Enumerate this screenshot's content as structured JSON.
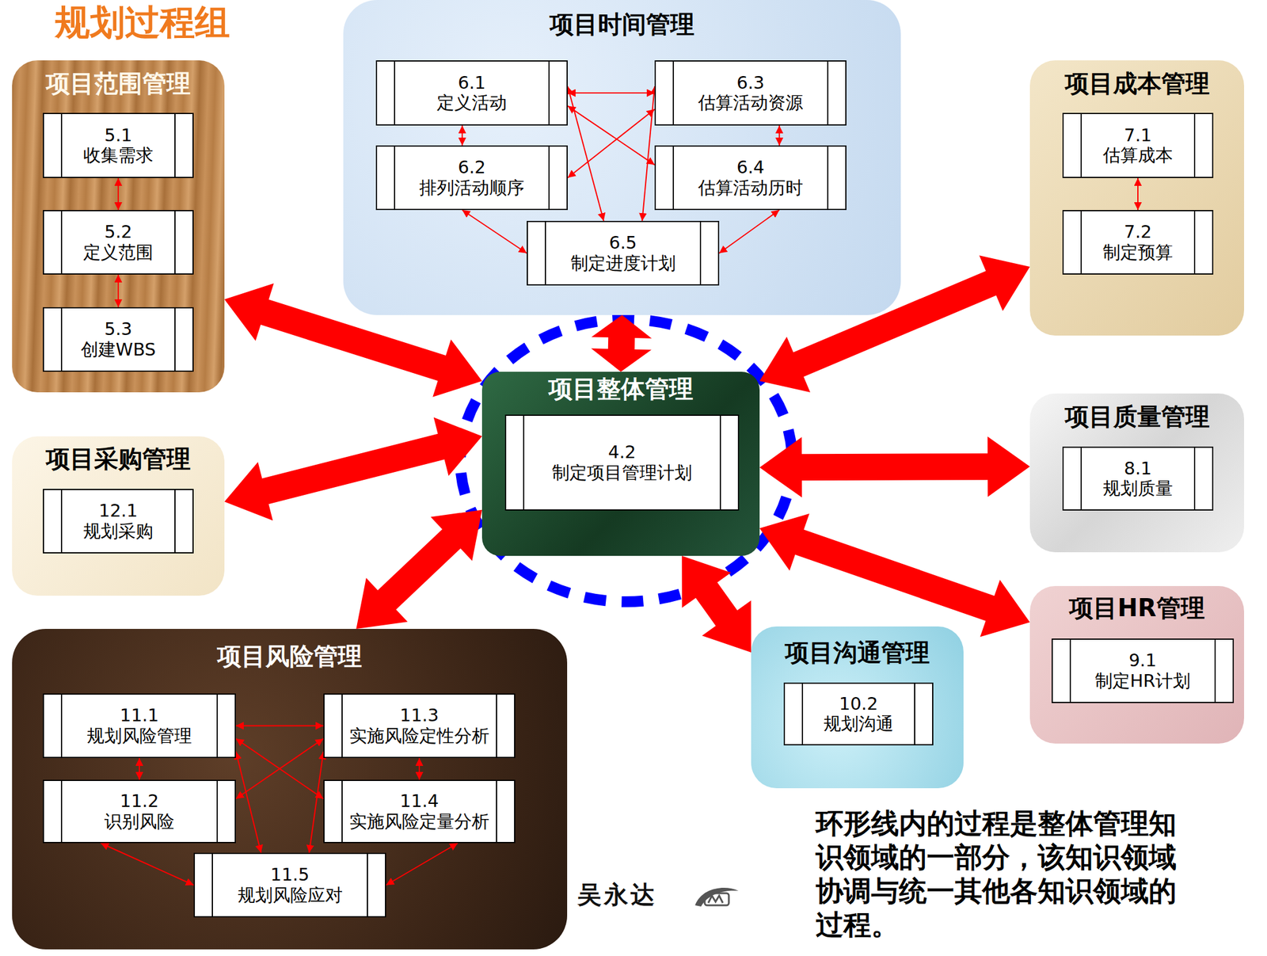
{
  "diagram": {
    "title": "规划过程组",
    "caption": "环形线内的过程是整体管理知识领域的一部分，该知识领域协调与统一其他各知识领域的过程。",
    "nodes": [
      {
        "text": [
          "项目范围管理"
        ]
      },
      {
        "text": [
          "5.1 收集需求"
        ],
        "in": 0
      },
      {
        "text": [
          "5.2 定义范围"
        ],
        "in": 0
      },
      {
        "text": [
          "5.3 创建WBS"
        ],
        "in": 0
      },
      {
        "text": [
          "项目时间管理"
        ]
      },
      {
        "text": [
          "6.1 定义活动"
        ],
        "in": 4
      },
      {
        "text": [
          "6.3 估算活动资源"
        ],
        "in": 4
      },
      {
        "text": [
          "6.2 排列活动顺序"
        ],
        "in": 4
      },
      {
        "text": [
          "6.4 估算活动历时"
        ],
        "in": 4
      },
      {
        "text": [
          "6.5 制定进度计划"
        ],
        "in": 4
      },
      {
        "text": [
          "项目成本管理"
        ]
      },
      {
        "text": [
          "7.1 估算成本"
        ],
        "in": 10
      },
      {
        "text": [
          "7.2 制定预算"
        ],
        "in": 10
      },
      {
        "text": [
          "项目采购管理"
        ]
      },
      {
        "text": [
          "12.1 规划采购"
        ],
        "in": 13
      },
      {
        "text": [
          "项目整体管理"
        ]
      },
      {
        "text": [
          "4.2 制定项目管理计划"
        ],
        "in": 15
      },
      {
        "text": [
          "项目质量管理"
        ]
      },
      {
        "text": [
          "8.1 规划质量"
        ],
        "in": 17
      },
      {
        "text": [
          "项目HR管理"
        ]
      },
      {
        "text": [
          "9.1 制定HR计划"
        ],
        "in": 19
      },
      {
        "text": [
          "项目风险管理"
        ]
      },
      {
        "text": [
          "11.1 规划风险管理"
        ],
        "in": 21
      },
      {
        "text": [
          "11.3 实施风险定性分析"
        ],
        "in": 21
      },
      {
        "text": [
          "11.2 识别风险"
        ],
        "in": 21
      },
      {
        "text": [
          "11.4 实施风险定量分析"
        ],
        "in": 21
      },
      {
        "text": [
          "11.5 规划风险应对"
        ],
        "in": 21
      },
      {
        "text": [
          "项目沟通管理"
        ]
      },
      {
        "text": [
          "10.2 规划沟通"
        ],
        "in": 27
      }
    ],
    "edges": [
      {
        "from": 1,
        "to": 2,
        "arrow": "both"
      },
      {
        "from": 2,
        "to": 3,
        "arrow": "both"
      },
      {
        "from": 5,
        "to": 6,
        "arrow": "both"
      },
      {
        "from": 5,
        "to": 7,
        "arrow": "both"
      },
      {
        "from": 6,
        "to": 8,
        "arrow": "both"
      },
      {
        "from": 5,
        "to": 8,
        "arrow": "both"
      },
      {
        "from": 7,
        "to": 6,
        "arrow": "both"
      },
      {
        "from": 5,
        "to": 9,
        "arrow": "both"
      },
      {
        "from": 6,
        "to": 9,
        "arrow": "both"
      },
      {
        "from": 7,
        "to": 9,
        "arrow": "both"
      },
      {
        "from": 8,
        "to": 9,
        "arrow": "both"
      },
      {
        "from": 11,
        "to": 12,
        "arrow": "both"
      },
      {
        "from": 22,
        "to": 23,
        "arrow": "both"
      },
      {
        "from": 22,
        "to": 24,
        "arrow": "both"
      },
      {
        "from": 23,
        "to": 25,
        "arrow": "both"
      },
      {
        "from": 22,
        "to": 25,
        "arrow": "both"
      },
      {
        "from": 24,
        "to": 23,
        "arrow": "both"
      },
      {
        "from": 22,
        "to": 26,
        "arrow": "both"
      },
      {
        "from": 23,
        "to": 26,
        "arrow": "both"
      },
      {
        "from": 24,
        "to": 26,
        "arrow": "both"
      },
      {
        "from": 25,
        "to": 26,
        "arrow": "both"
      },
      {
        "from": 15,
        "to": 0,
        "arrow": "both"
      },
      {
        "from": 15,
        "to": 4,
        "arrow": "both"
      },
      {
        "from": 15,
        "to": 10,
        "arrow": "both"
      },
      {
        "from": 15,
        "to": 13,
        "arrow": "both"
      },
      {
        "from": 15,
        "to": 17,
        "arrow": "both"
      },
      {
        "from": 15,
        "to": 19,
        "arrow": "both"
      },
      {
        "from": 15,
        "to": 21,
        "arrow": "both"
      },
      {
        "from": 15,
        "to": 27,
        "arrow": "both"
      }
    ],
    "labels": [
      "吴永达"
    ]
  }
}
